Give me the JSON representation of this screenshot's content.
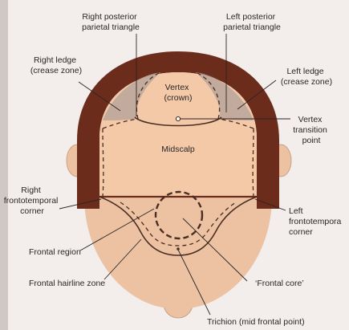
{
  "labels": {
    "right_posterior_parietal_triangle": [
      "Right posterior",
      "parietal triangle"
    ],
    "left_posterior_parietal_triangle": [
      "Left posterior",
      "parietal triangle"
    ],
    "right_ledge": [
      "Right ledge",
      "(crease zone)"
    ],
    "left_ledge": [
      "Left ledge",
      "(crease zone)"
    ],
    "vertex": [
      "Vertex",
      "(crown)"
    ],
    "vertex_transition_point": [
      "Vertex",
      "transition",
      "point"
    ],
    "midscalp": "Midscalp",
    "right_frontotemporal_corner": [
      "Right",
      "frontotemporal",
      "corner"
    ],
    "left_frontotemporal_corner": [
      "Left",
      "frontotempora",
      "corner"
    ],
    "frontal_region": "Frontal region",
    "frontal_hairline_zone": "Frontal hairline zone",
    "frontal_core": "‘Frontal core’",
    "trichion": "Trichion (mid frontal point)"
  },
  "colors": {
    "background": "#f3eeec",
    "hair": "#6b2c1c",
    "scalp": "#f3c9a8",
    "skin": "#ecc2a3",
    "ledge_shading": "#b9a59a",
    "outline": "#4a2e22",
    "text": "#2b2626"
  }
}
